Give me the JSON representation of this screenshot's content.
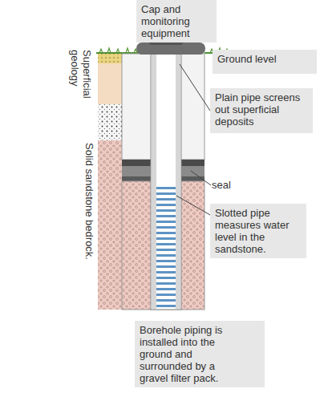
{
  "diagram": {
    "nodes": [
      {
        "text": [
          "Cap and monitoring equipment"
        ]
      },
      {
        "text": [
          "Ground level"
        ]
      },
      {
        "text": [
          "Plain pipe screens out superficial deposits"
        ]
      },
      {
        "text": [
          "Slotted pipe measures water level in the sandstone."
        ]
      },
      {
        "text": [
          "Borehole piping is installed into the ground and surrounded by a gravel filter pack."
        ]
      }
    ],
    "labels": [
      "Superficial geology",
      "Solid sandstone bedrock.",
      "seal"
    ]
  }
}
